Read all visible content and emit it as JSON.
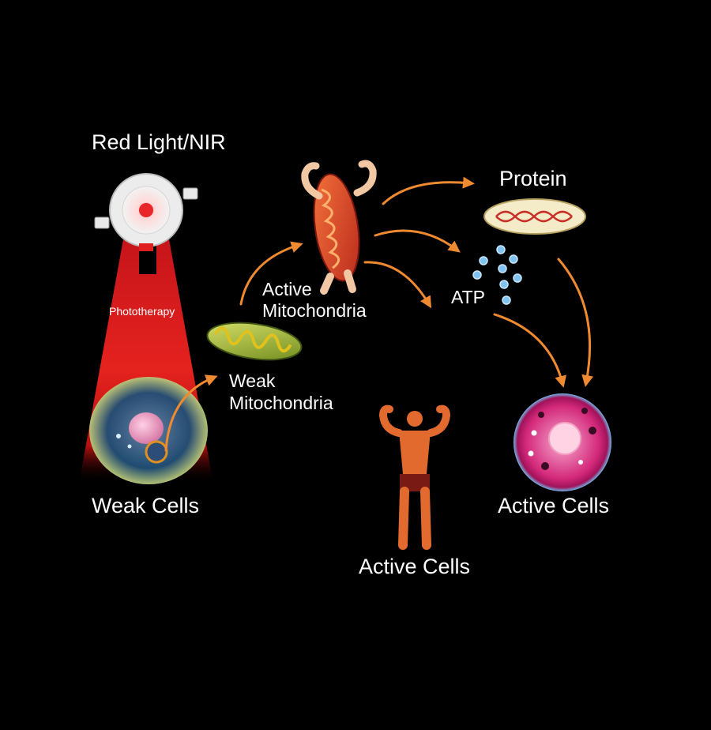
{
  "labels": {
    "light_source": "Red Light/NIR",
    "phototherapy": "Phototherapy",
    "weak_cells": "Weak Cells",
    "weak_mito_line1": "Weak",
    "weak_mito_line2": "Mitochondria",
    "active_mito_line1": "Active",
    "active_mito_line2": "Mitochondria",
    "protein": "Protein",
    "atp": "ATP",
    "active_cells_figure": "Active Cells",
    "active_cells_cell": "Active Cells"
  },
  "colors": {
    "background": "#000000",
    "beam": "#e0201c",
    "arrow": "#f08a30",
    "text": "#ffffff"
  }
}
